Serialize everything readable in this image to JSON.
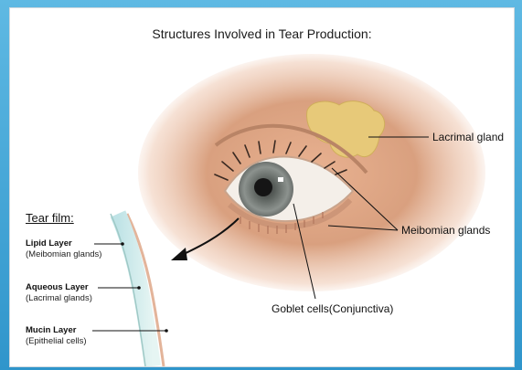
{
  "title": "Structures Involved in Tear Production:",
  "labels": {
    "lacrimal_gland": "Lacrimal gland",
    "meibomian_glands": "Meibomian glands",
    "goblet_cells": "Goblet cells(Conjunctiva)"
  },
  "tear_film": {
    "title": "Tear film:",
    "layers": [
      {
        "name": "Lipid Layer",
        "source": "(Meibomian glands)"
      },
      {
        "name": "Aqueous Layer",
        "source": "(Lacrimal glands)"
      },
      {
        "name": "Mucin Layer",
        "source": "(Epithelial cells)"
      }
    ]
  },
  "colors": {
    "frame": "#3da3d6",
    "skin": "#e8b89a",
    "gland": "#e7c979",
    "iris": "#8a8f8c",
    "film": "#cfeaea"
  }
}
